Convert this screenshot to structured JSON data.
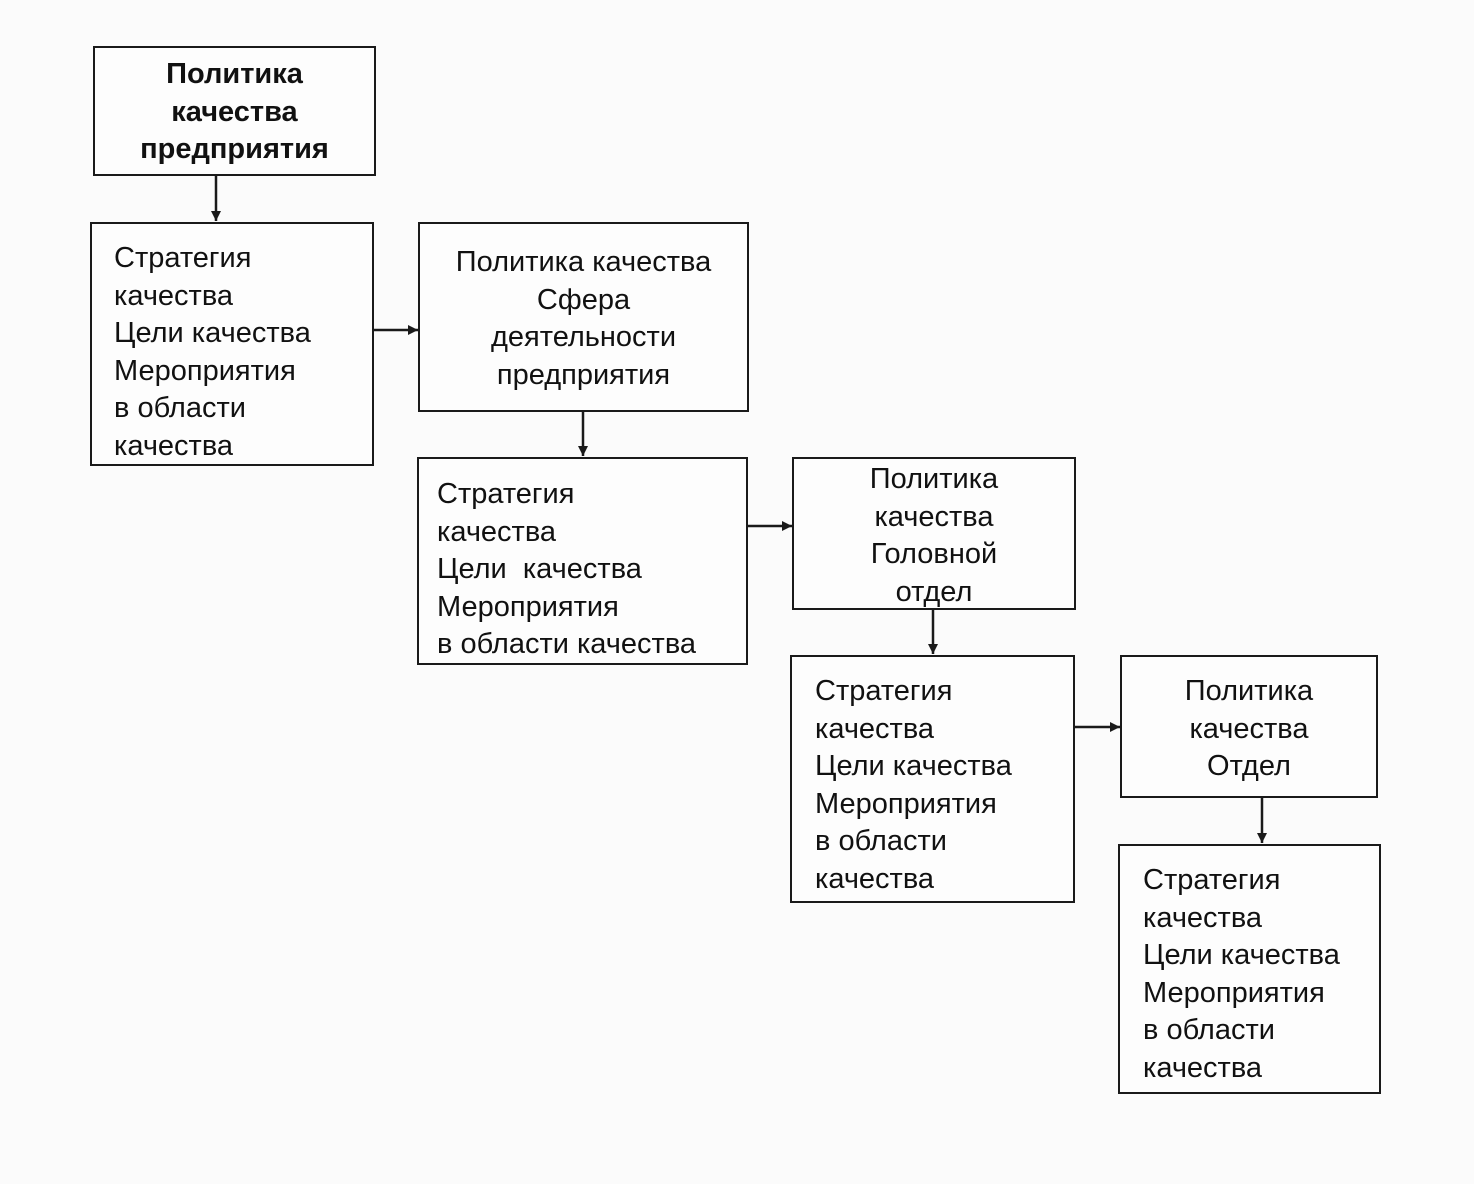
{
  "diagram": {
    "box1": {
      "lines": [
        "Политика",
        "качества",
        "предприятия"
      ]
    },
    "box2": {
      "lines": [
        "Стратегия",
        "качества",
        "Цели качества",
        "Мероприятия",
        "в области",
        "качества"
      ]
    },
    "box3": {
      "lines": [
        "Политика качества",
        "Сфера",
        "деятельности",
        "предприятия"
      ]
    },
    "box4": {
      "lines": [
        "Стратегия",
        "качества",
        "Цели  качества",
        "Мероприятия",
        "в области качества"
      ]
    },
    "box5": {
      "lines": [
        "Политика",
        "качества",
        "Головной",
        "отдел"
      ]
    },
    "box6": {
      "lines": [
        "Стратегия",
        "качества",
        "Цели качества",
        "Мероприятия",
        "в области",
        "качества"
      ]
    },
    "box7": {
      "lines": [
        "Политика",
        "качества",
        "Отдел"
      ]
    },
    "box8": {
      "lines": [
        "Стратегия",
        "качества",
        "Цели качества",
        "Мероприятия",
        "в области",
        "качества"
      ]
    }
  }
}
